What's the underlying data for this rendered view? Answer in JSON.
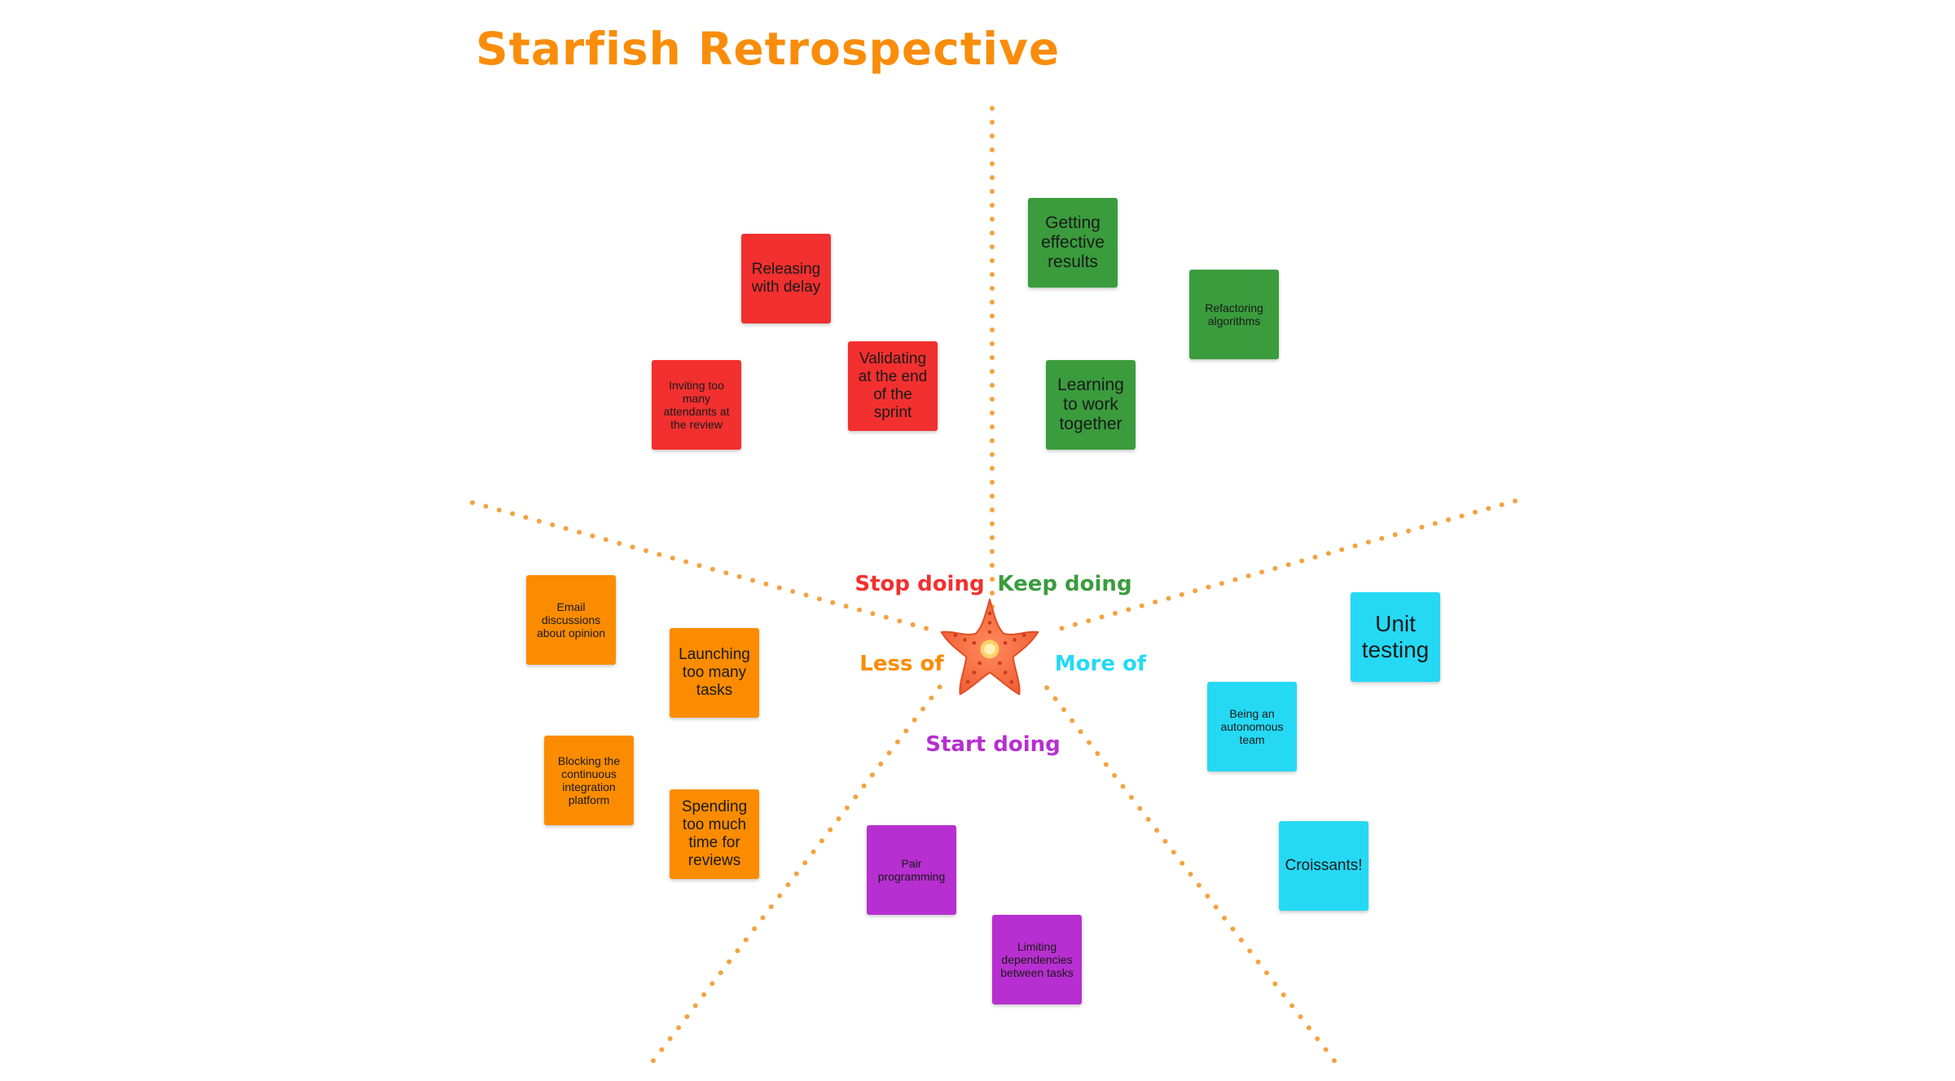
{
  "title": "Starfish Retrospective",
  "colors": {
    "title": "#f98d0b",
    "divider_dots": "#f4a23f",
    "stop": "#f2302f",
    "keep": "#3a9c3d",
    "less": "#fb8c00",
    "more": "#25d9f5",
    "start": "#b72fd0"
  },
  "center_icon": "starfish-icon",
  "zones": {
    "stop": {
      "label": "Stop doing",
      "notes": [
        "Releasing with delay",
        "Validating at the end of the sprint",
        "Inviting too many attendants at the review"
      ]
    },
    "keep": {
      "label": "Keep doing",
      "notes": [
        "Getting effective results",
        "Refactoring algorithms",
        "Learning to work together"
      ]
    },
    "less": {
      "label": "Less of",
      "notes": [
        "Email discussions about opinion",
        "Launching too many tasks",
        "Blocking the continuous integration platform",
        "Spending too much time for reviews"
      ]
    },
    "more": {
      "label": "More of",
      "notes": [
        "Unit testing",
        "Being an autonomous team",
        "Croissants!"
      ]
    },
    "start": {
      "label": "Start doing",
      "notes": [
        "Pair programming",
        "Limiting dependencies between tasks"
      ]
    }
  }
}
